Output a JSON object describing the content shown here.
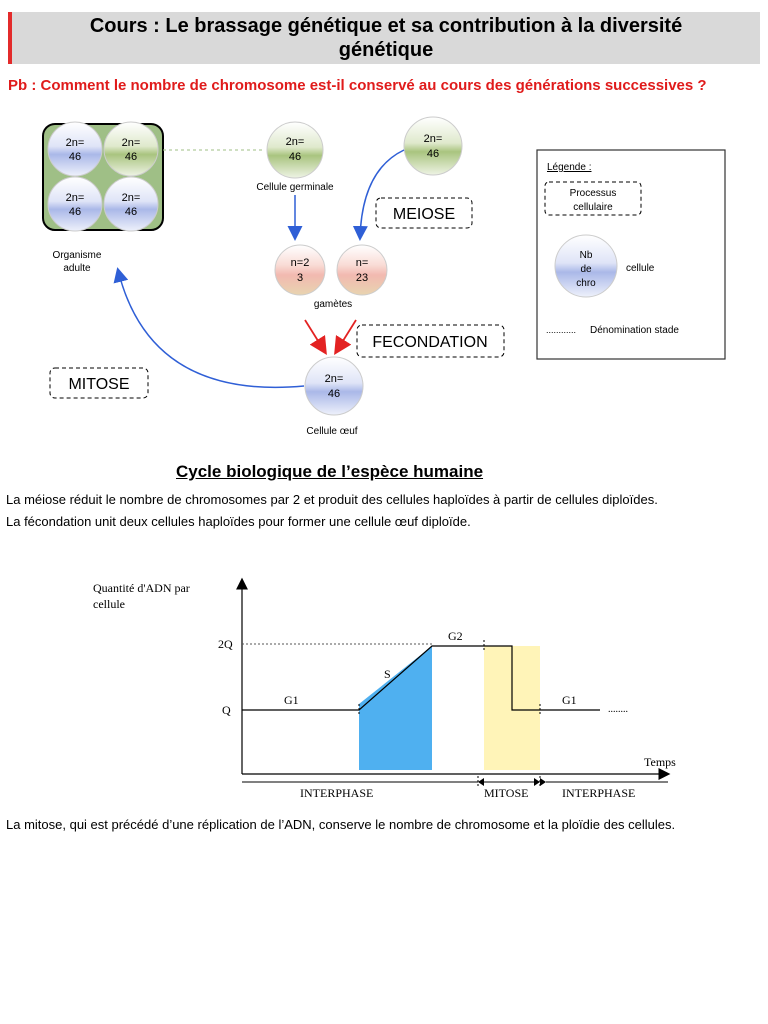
{
  "title": {
    "line1": "Cours : Le brassage génétique et sa contribution à la diversité",
    "line2": "génétique"
  },
  "problem": "Pb : Comment le nombre de chromosome est-il conservé au cours des générations successives ?",
  "cycle_diagram": {
    "adult_cells": [
      {
        "line1": "2n=",
        "line2": "46"
      },
      {
        "line1": "2n=",
        "line2": "46"
      },
      {
        "line1": "2n=",
        "line2": "46"
      },
      {
        "line1": "2n=",
        "line2": "46"
      }
    ],
    "adult_label": {
      "line1": "Organisme",
      "line2": "adulte"
    },
    "germ_cell": {
      "line1": "2n=",
      "line2": "46",
      "label": "Cellule germinale"
    },
    "germ_cell_2": {
      "line1": "2n=",
      "line2": "46"
    },
    "gamete_1": {
      "line1": "n=2",
      "line2": "3"
    },
    "gamete_2": {
      "line1": "n=",
      "line2": "23"
    },
    "gametes_label": "gamètes",
    "egg_cell": {
      "line1": "2n=",
      "line2": "46",
      "label": "Cellule œuf"
    },
    "processes": {
      "meiose": "MEIOSE",
      "fecondation": "FECONDATION",
      "mitose": "MITOSE"
    },
    "legend": {
      "title": "Légende :",
      "process_line1": "Processus",
      "process_line2": "cellulaire",
      "cell_line1": "Nb",
      "cell_line2": "de",
      "cell_line3": "chro",
      "cell_label": "cellule",
      "dots": "............",
      "stage_label": "Dénomination stade"
    },
    "colors": {
      "green": "#a9c47f",
      "blue": "#aab8e8",
      "pink": "#f2b9b0",
      "arrow_blue": "#2f5fd6",
      "arrow_red": "#e32222"
    }
  },
  "cycle_title": "Cycle biologique de l’espèce humaine",
  "paragraphs": [
    "La méiose réduit le nombre de chromosomes par 2 et produit des cellules haploïdes à partir de cellules diploïdes.",
    "La fécondation unit deux cellules haploïdes pour former une cellule œuf diploïde.",
    "La mitose, qui est précédé d’une réplication de l’ADN, conserve le nombre de chromosome et la ploïdie des cellules."
  ],
  "chart_data": {
    "type": "line",
    "ylabel_line1": "Quantité d'ADN par",
    "ylabel_line2": "cellule",
    "xlabel": "Temps",
    "y_ticks": [
      "2Q",
      "Q"
    ],
    "phase_labels": [
      "G1",
      "S",
      "G2",
      "G1"
    ],
    "period_labels": [
      "INTERPHASE",
      "MITOSE",
      "INTERPHASE"
    ],
    "trailing_dots": "........",
    "colors": {
      "s_fill": "#4fb0f0",
      "mitose_fill": "#fff4b8"
    }
  }
}
